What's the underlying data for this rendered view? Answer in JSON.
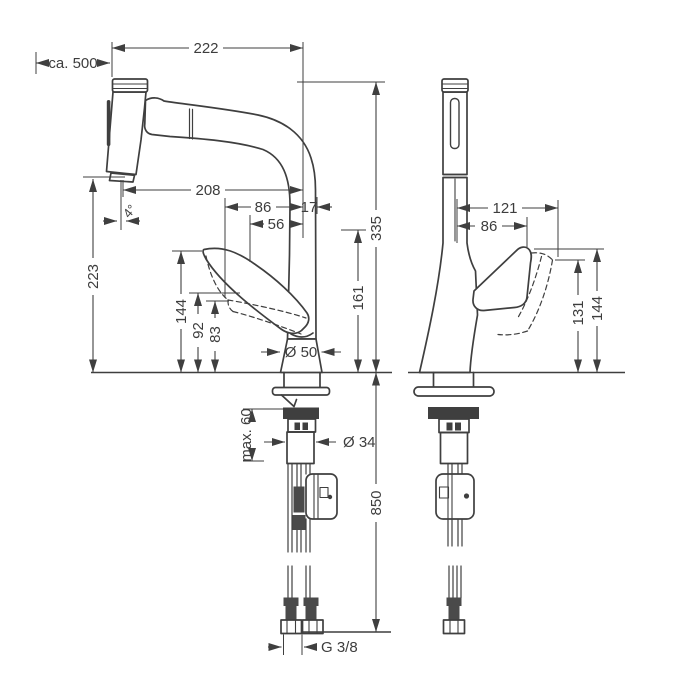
{
  "side_view": {
    "spout_reach": "222",
    "pullout_extension": "ca. 500",
    "spray_reach": "208",
    "handle_reach": "86",
    "spout_offset": "17",
    "lever_offset": "56",
    "outlet_height": "223",
    "spray_angle": "4°",
    "spout_height": "335",
    "body_height": "161",
    "handle_height": "144",
    "lever_mid_height": "92",
    "lever_low_height": "83",
    "base_diameter": "Ø 50",
    "max_counter_thickness": "max. 60",
    "shank_diameter": "Ø 34",
    "hose_length": "850",
    "connection_thread": "G 3/8"
  },
  "front_view": {
    "handle_span": "121",
    "handle_reach": "86",
    "handle_open_height": "131",
    "handle_height": "144"
  }
}
